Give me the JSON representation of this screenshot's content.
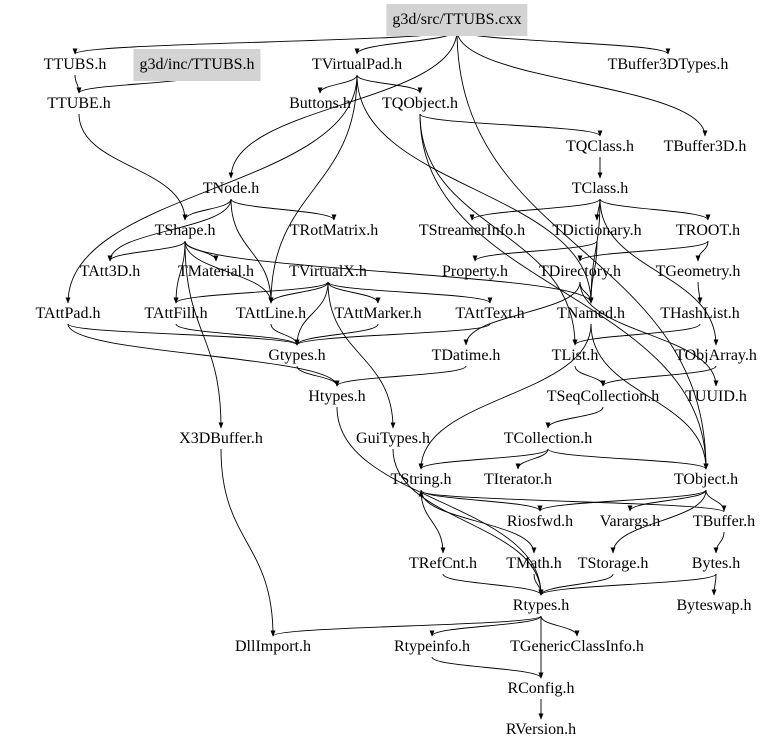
{
  "graph": {
    "nodes": [
      {
        "id": "cxx",
        "label": "g3d/src/TTUBS.cxx",
        "highlight": true
      },
      {
        "id": "ttubs",
        "label": "TTUBS.h"
      },
      {
        "id": "inc",
        "label": "g3d/inc/TTUBS.h",
        "highlight": true
      },
      {
        "id": "tvpad",
        "label": "TVirtualPad.h"
      },
      {
        "id": "b3dt",
        "label": "TBuffer3DTypes.h"
      },
      {
        "id": "ttube",
        "label": "TTUBE.h"
      },
      {
        "id": "buttons",
        "label": "Buttons.h"
      },
      {
        "id": "tqobj",
        "label": "TQObject.h"
      },
      {
        "id": "tqclass",
        "label": "TQClass.h"
      },
      {
        "id": "b3d",
        "label": "TBuffer3D.h"
      },
      {
        "id": "tnode",
        "label": "TNode.h"
      },
      {
        "id": "tclass",
        "label": "TClass.h"
      },
      {
        "id": "tshape",
        "label": "TShape.h"
      },
      {
        "id": "trot",
        "label": "TRotMatrix.h"
      },
      {
        "id": "tsi",
        "label": "TStreamerInfo.h"
      },
      {
        "id": "tdict",
        "label": "TDictionary.h"
      },
      {
        "id": "troot",
        "label": "TROOT.h"
      },
      {
        "id": "tatt3d",
        "label": "TAtt3D.h"
      },
      {
        "id": "tmat",
        "label": "TMaterial.h"
      },
      {
        "id": "tvx",
        "label": "TVirtualX.h"
      },
      {
        "id": "prop",
        "label": "Property.h"
      },
      {
        "id": "tdir",
        "label": "TDirectory.h"
      },
      {
        "id": "tgeo",
        "label": "TGeometry.h"
      },
      {
        "id": "tattpad",
        "label": "TAttPad.h"
      },
      {
        "id": "tattfill",
        "label": "TAttFill.h"
      },
      {
        "id": "tattline",
        "label": "TAttLine.h"
      },
      {
        "id": "tattmarker",
        "label": "TAttMarker.h"
      },
      {
        "id": "tatttext",
        "label": "TAttText.h"
      },
      {
        "id": "tnamed",
        "label": "TNamed.h"
      },
      {
        "id": "thash",
        "label": "THashList.h"
      },
      {
        "id": "gtypes",
        "label": "Gtypes.h"
      },
      {
        "id": "tdatime",
        "label": "TDatime.h"
      },
      {
        "id": "tlist",
        "label": "TList.h"
      },
      {
        "id": "tobjarr",
        "label": "TObjArray.h"
      },
      {
        "id": "htypes",
        "label": "Htypes.h"
      },
      {
        "id": "tseq",
        "label": "TSeqCollection.h"
      },
      {
        "id": "tuuid",
        "label": "TUUID.h"
      },
      {
        "id": "x3d",
        "label": "X3DBuffer.h"
      },
      {
        "id": "gui",
        "label": "GuiTypes.h"
      },
      {
        "id": "tcoll",
        "label": "TCollection.h"
      },
      {
        "id": "tstring",
        "label": "TString.h"
      },
      {
        "id": "titer",
        "label": "TIterator.h"
      },
      {
        "id": "tobject",
        "label": "TObject.h"
      },
      {
        "id": "riosfwd",
        "label": "Riosfwd.h"
      },
      {
        "id": "varargs",
        "label": "Varargs.h"
      },
      {
        "id": "tbuffer",
        "label": "TBuffer.h"
      },
      {
        "id": "trefcnt",
        "label": "TRefCnt.h"
      },
      {
        "id": "tmath",
        "label": "TMath.h"
      },
      {
        "id": "tstorage",
        "label": "TStorage.h"
      },
      {
        "id": "bytes",
        "label": "Bytes.h"
      },
      {
        "id": "rtypes",
        "label": "Rtypes.h"
      },
      {
        "id": "byteswap",
        "label": "Byteswap.h"
      },
      {
        "id": "dll",
        "label": "DllImport.h"
      },
      {
        "id": "rtinfo",
        "label": "Rtypeinfo.h"
      },
      {
        "id": "tgci",
        "label": "TGenericClassInfo.h"
      },
      {
        "id": "rconfig",
        "label": "RConfig.h"
      },
      {
        "id": "rversion",
        "label": "RVersion.h"
      }
    ],
    "edges": [
      [
        "cxx",
        "ttubs"
      ],
      [
        "cxx",
        "tvpad"
      ],
      [
        "cxx",
        "b3dt"
      ],
      [
        "cxx",
        "b3d"
      ],
      [
        "cxx",
        "tnode"
      ],
      [
        "cxx",
        "tobject"
      ],
      [
        "inc",
        "ttube"
      ],
      [
        "ttubs",
        "ttube"
      ],
      [
        "ttube",
        "tshape"
      ],
      [
        "tvpad",
        "buttons"
      ],
      [
        "tvpad",
        "tqobj"
      ],
      [
        "tvpad",
        "tattpad"
      ],
      [
        "tvpad",
        "tattline"
      ],
      [
        "tvpad",
        "tnamed"
      ],
      [
        "tqobj",
        "tqclass"
      ],
      [
        "tqobj",
        "tlist"
      ],
      [
        "tqobj",
        "tobject"
      ],
      [
        "tqclass",
        "tclass"
      ],
      [
        "tclass",
        "tsi"
      ],
      [
        "tclass",
        "tdict"
      ],
      [
        "tclass",
        "troot"
      ],
      [
        "tclass",
        "tobjarr"
      ],
      [
        "tclass",
        "tnamed"
      ],
      [
        "tdict",
        "prop"
      ],
      [
        "tdict",
        "tnamed"
      ],
      [
        "troot",
        "tdir"
      ],
      [
        "troot",
        "tgeo"
      ],
      [
        "tdir",
        "tdatime"
      ],
      [
        "tdir",
        "tuuid"
      ],
      [
        "tdir",
        "tnamed"
      ],
      [
        "tgeo",
        "thash"
      ],
      [
        "thash",
        "tlist"
      ],
      [
        "tnode",
        "tshape"
      ],
      [
        "tnode",
        "trot"
      ],
      [
        "tnode",
        "tatt3d"
      ],
      [
        "tnode",
        "tattline"
      ],
      [
        "tshape",
        "tmat"
      ],
      [
        "tshape",
        "tattfill"
      ],
      [
        "tshape",
        "tattline"
      ],
      [
        "tshape",
        "tnamed"
      ],
      [
        "tshape",
        "tatt3d"
      ],
      [
        "tshape",
        "x3d"
      ],
      [
        "tvx",
        "tattline"
      ],
      [
        "tvx",
        "tattfill"
      ],
      [
        "tvx",
        "tattmarker"
      ],
      [
        "tvx",
        "tatttext"
      ],
      [
        "tvx",
        "gui"
      ],
      [
        "tvx",
        "gtypes"
      ],
      [
        "tattpad",
        "gtypes"
      ],
      [
        "tattpad",
        "htypes"
      ],
      [
        "tattfill",
        "gtypes"
      ],
      [
        "tattline",
        "gtypes"
      ],
      [
        "tattmarker",
        "gtypes"
      ],
      [
        "tatttext",
        "gtypes"
      ],
      [
        "gtypes",
        "htypes"
      ],
      [
        "htypes",
        "rtypes"
      ],
      [
        "tdatime",
        "htypes"
      ],
      [
        "gui",
        "rtypes"
      ],
      [
        "tnamed",
        "tstring"
      ],
      [
        "tnamed",
        "tobject"
      ],
      [
        "tlist",
        "tseq"
      ],
      [
        "tobjarr",
        "tseq"
      ],
      [
        "tseq",
        "tcoll"
      ],
      [
        "tcoll",
        "titer"
      ],
      [
        "tcoll",
        "tstring"
      ],
      [
        "tcoll",
        "tobject"
      ],
      [
        "tstring",
        "trefcnt"
      ],
      [
        "tstring",
        "tmath"
      ],
      [
        "tstring",
        "riosfwd"
      ],
      [
        "tobject",
        "riosfwd"
      ],
      [
        "tobject",
        "varargs"
      ],
      [
        "tobject",
        "tbuffer"
      ],
      [
        "tobject",
        "tstorage"
      ],
      [
        "tbuffer",
        "bytes"
      ],
      [
        "tbuffer",
        "tstring"
      ],
      [
        "bytes",
        "rtypes"
      ],
      [
        "bytes",
        "byteswap"
      ],
      [
        "tmath",
        "rtypes"
      ],
      [
        "trefcnt",
        "rtypes"
      ],
      [
        "tstorage",
        "rtypes"
      ],
      [
        "rtypes",
        "dll"
      ],
      [
        "rtypes",
        "rtinfo"
      ],
      [
        "rtypes",
        "tgci"
      ],
      [
        "rtypes",
        "rconfig"
      ],
      [
        "x3d",
        "dll"
      ],
      [
        "rtinfo",
        "rconfig"
      ],
      [
        "rconfig",
        "rversion"
      ]
    ]
  }
}
